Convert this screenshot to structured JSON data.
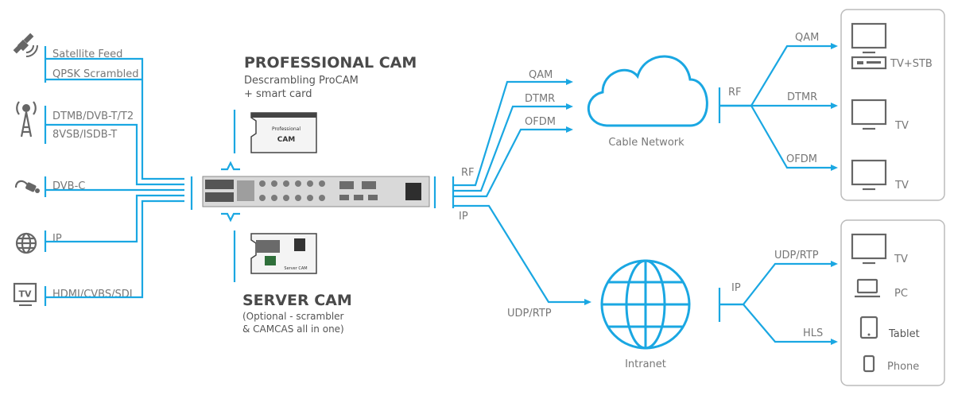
{
  "inputs": {
    "satellite_line1": "Satellite Feed",
    "satellite_line2": "QPSK Scrambled",
    "terrestrial_line1": "DTMB/DVB-T/T2",
    "terrestrial_line2": "8VSB/ISDB-T",
    "cable": "DVB-C",
    "ip": "IP",
    "hdmi": "HDMI/CVBS/SDI",
    "tv_icon_text": "TV"
  },
  "professional_cam": {
    "title": "PROFESSIONAL CAM",
    "sub1": "Descrambling ProCAM",
    "sub2": "+ smart card",
    "card_line1": "Professional",
    "card_line2": "CAM"
  },
  "server_cam": {
    "title": "SERVER CAM",
    "sub1": "(Optional - scrambler",
    "sub2": "& CAMCAS all in one)",
    "card_text": "Server CAM"
  },
  "device_outputs": {
    "rf": "RF",
    "ip": "IP"
  },
  "rf_links": [
    "QAM",
    "DTMR",
    "OFDM"
  ],
  "ip_link": "UDP/RTP",
  "cable_network": {
    "label": "Cable Network",
    "out_label": "RF",
    "branches": [
      "QAM",
      "DTMR",
      "OFDM"
    ]
  },
  "intranet": {
    "label": "Intranet",
    "out_label": "IP",
    "branches": [
      "UDP/RTP",
      "HLS"
    ]
  },
  "rf_clients": [
    "TV+STB",
    "TV",
    "TV"
  ],
  "ip_clients": [
    "TV",
    "PC",
    "Tablet",
    "Phone"
  ],
  "colors": {
    "accent": "#1aa7e2",
    "icon": "#666666",
    "text": "#777777",
    "panel_border": "#bbbbbb"
  }
}
